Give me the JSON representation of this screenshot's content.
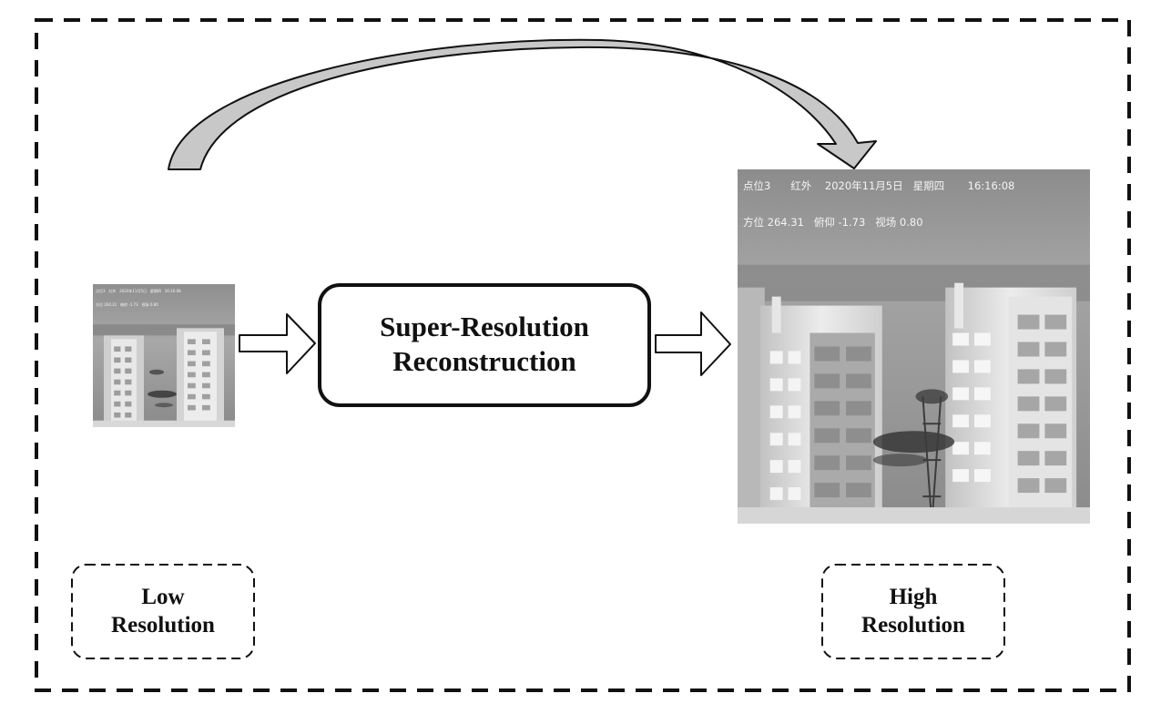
{
  "process": {
    "title_line1": "Super-Resolution",
    "title_line2": "Reconstruction"
  },
  "low_label": {
    "line1": "Low",
    "line2": "Resolution"
  },
  "high_label": {
    "line1": "High",
    "line2": "Resolution"
  },
  "thermal_overlay": {
    "row1": [
      "点位3",
      "红外",
      "2020年11月5日",
      "星期四",
      "16:16:08"
    ],
    "row2": [
      "方位 264.31",
      "俯仰 -1.73",
      "视场 0.80"
    ]
  },
  "colors": {
    "stroke": "#111111",
    "curved_arrow_fill": "#c8c8c8",
    "thermal_sky": "#9a9a9a"
  }
}
